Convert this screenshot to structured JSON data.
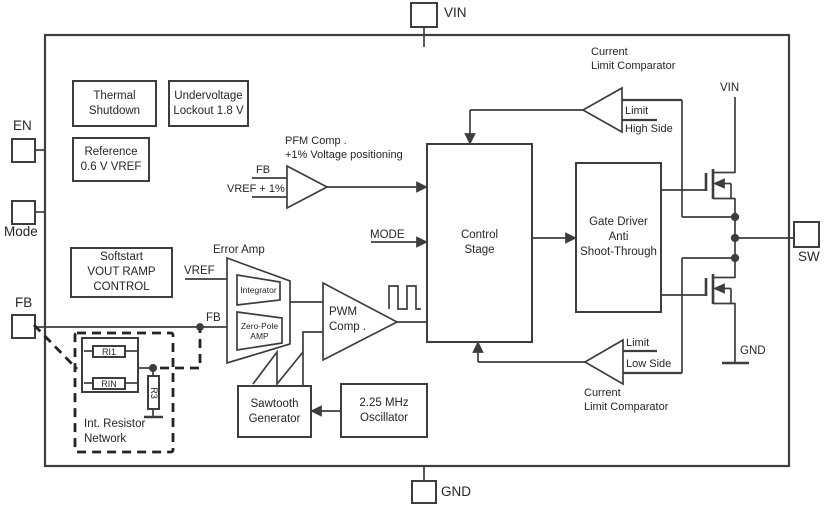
{
  "diagram": {
    "pins": {
      "vin_top": "VIN",
      "gnd_bottom": "GND",
      "en": "EN",
      "mode": "Mode",
      "fb": "FB",
      "sw": "SW"
    },
    "blocks": {
      "thermal_shutdown": "Thermal\nShutdown",
      "undervoltage_lockout": "Undervoltage\nLockout 1.8 V",
      "reference": "Reference\n0.6 V VREF",
      "softstart": "Softstart\nVOUT RAMP\nCONTROL",
      "control_stage": "Control\nStage",
      "gate_driver": "Gate Driver\nAnti\nShoot-Through",
      "sawtooth_generator": "Sawtooth\nGenerator",
      "oscillator": "2.25 MHz\nOscillator"
    },
    "comparators": {
      "pfm": {
        "title": "PFM Comp .",
        "subtitle": "+1% Voltage positioning",
        "input_top": "FB",
        "input_bottom": "VREF + 1%"
      },
      "pwm": {
        "label": "PWM\nComp ."
      },
      "high_side": {
        "title": "Current\nLimit Comparator",
        "ref_label": "Limit",
        "side_label": "High Side"
      },
      "low_side": {
        "title": "Current\nLimit Comparator",
        "ref_label": "Limit",
        "side_label": "Low Side"
      }
    },
    "error_amp": {
      "title": "Error Amp",
      "integrator": "Integrator",
      "zero_pole": "Zero-Pole\nAMP",
      "input_top": "VREF",
      "input_bottom": "FB"
    },
    "signals": {
      "mode": "MODE",
      "vin_rail": "VIN",
      "gnd_rail": "GND"
    },
    "resistor_network": {
      "label": "Int. Resistor\nNetwork",
      "r1": "RI1",
      "rn": "RIN",
      "r3": "R3"
    },
    "colors": {
      "line": "#3d3d3d",
      "text": "#262626",
      "background": "#ffffff"
    }
  }
}
